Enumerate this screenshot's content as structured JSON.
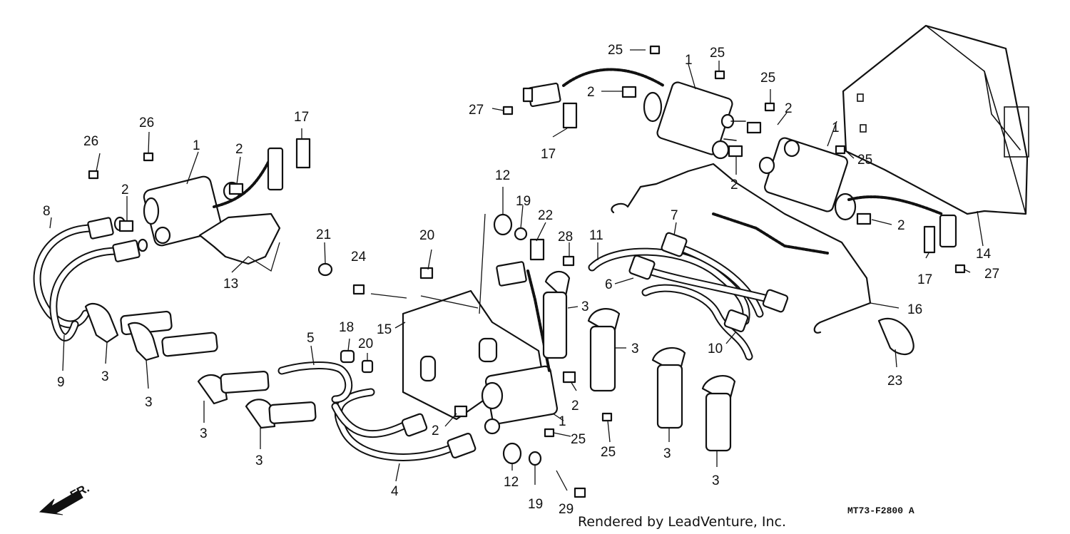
{
  "labels": {
    "p1": "1",
    "p2": "2",
    "p3": "3",
    "p4": "4",
    "p5": "5",
    "p6": "6",
    "p7": "7",
    "p8": "8",
    "p9": "9",
    "p10": "10",
    "p11": "11",
    "p12": "12",
    "p13": "13",
    "p14": "14",
    "p15": "15",
    "p16": "16",
    "p17": "17",
    "p18": "18",
    "p19": "19",
    "p20": "20",
    "p21": "21",
    "p22": "22",
    "p23": "23",
    "p24": "24",
    "p25": "25",
    "p26": "26",
    "p27": "27",
    "p28": "28",
    "p29": "29"
  },
  "front_indicator": "FR.",
  "diagram_code": "MT73-F2800 A",
  "credit": "Rendered by LeadVenture, Inc.",
  "icons": {
    "front_arrow": "arrow-down-left-icon"
  }
}
